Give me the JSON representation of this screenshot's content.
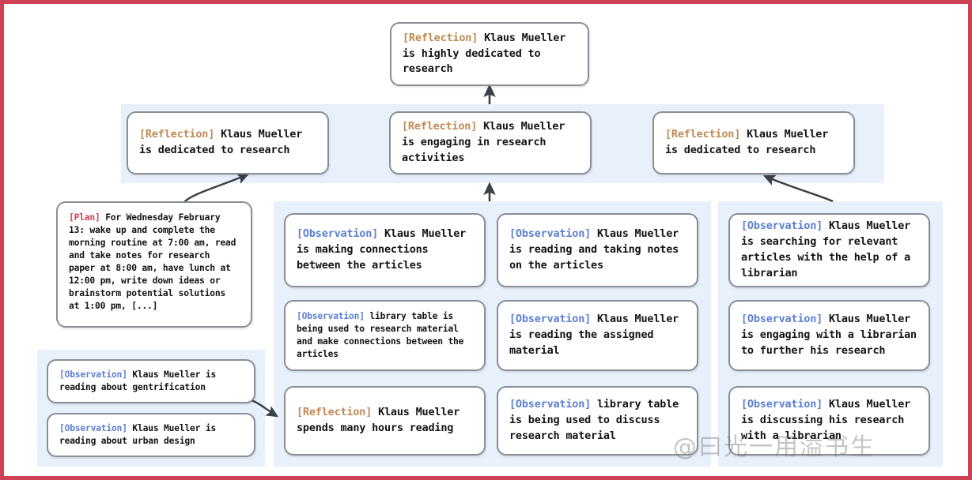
{
  "frame": {
    "border_color": "#cf4055",
    "background": "#ffffff",
    "panel_color": "#e8f0fb"
  },
  "colors": {
    "reflection_tag": "#c08a52",
    "observation_tag": "#5b7fd0",
    "plan_tag": "#d4414f",
    "node_border": "#8a8f96",
    "node_fill": "#ffffff",
    "arrow": "#3a4046"
  },
  "tags": {
    "reflection": "[Reflection]",
    "observation": "[Observation]",
    "plan": "[Plan]"
  },
  "nodes": {
    "root": {
      "tag": "[Reflection]",
      "tag_type": "reflection",
      "text": " Klaus Mueller is highly dedicated to research"
    },
    "reflection_left": {
      "tag": "[Reflection]",
      "tag_type": "reflection",
      "text": " Klaus Mueller is dedicated to research"
    },
    "reflection_mid": {
      "tag": "[Reflection]",
      "tag_type": "reflection",
      "text": " Klaus Mueller is engaging in research activities"
    },
    "reflection_right": {
      "tag": "[Reflection]",
      "tag_type": "reflection",
      "text": " Klaus Mueller is dedicated to research"
    },
    "plan": {
      "tag": "[Plan]",
      "tag_type": "plan",
      "text": " For Wednesday February 13: wake up and complete the morning routine at 7:00 am, read and take notes for research paper at 8:00 am, have lunch at 12:00 pm, write down ideas or brainstorm potential solutions at 1:00 pm, [...]"
    },
    "obs_gentrification": {
      "tag": "[Observation]",
      "tag_type": "observation",
      "text": " Klaus Mueller is reading about gentrification"
    },
    "obs_urban_design": {
      "tag": "[Observation]",
      "tag_type": "observation",
      "text": " Klaus Mueller is reading about urban design"
    },
    "obs_connections": {
      "tag": "[Observation]",
      "tag_type": "observation",
      "text": " Klaus Mueller is making connections between the articles"
    },
    "obs_library_table_connections": {
      "tag": "[Observation]",
      "tag_type": "observation",
      "text": " library table is being used to research material and make connections between the articles"
    },
    "reflection_hours_reading": {
      "tag": "[Reflection]",
      "tag_type": "reflection",
      "text": " Klaus Mueller spends many hours reading"
    },
    "obs_reading_notes": {
      "tag": "[Observation]",
      "tag_type": "observation",
      "text": " Klaus Mueller is reading and taking notes on the articles"
    },
    "obs_assigned_material": {
      "tag": "[Observation]",
      "tag_type": "observation",
      "text": " Klaus Mueller is reading the assigned material"
    },
    "obs_library_table_discuss": {
      "tag": "[Observation]",
      "tag_type": "observation",
      "text": " library table is being used to discuss research material"
    },
    "obs_searching_articles": {
      "tag": "[Observation]",
      "tag_type": "observation",
      "text": " Klaus Mueller is searching for relevant articles with the help of a librarian"
    },
    "obs_engaging_librarian": {
      "tag": "[Observation]",
      "tag_type": "observation",
      "text": " Klaus Mueller is engaging with a librarian to further his research"
    },
    "obs_discussing_librarian": {
      "tag": "[Observation]",
      "tag_type": "observation",
      "text": " Klaus Mueller is discussing his research with a librarian"
    }
  },
  "watermark": {
    "text": "@曰光一用溢书生"
  }
}
